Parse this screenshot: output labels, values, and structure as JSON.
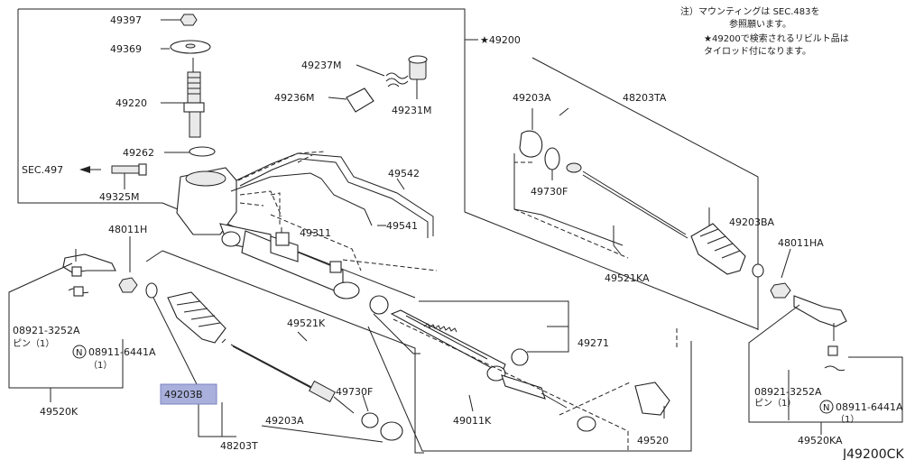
{
  "diagram_code": "J49200CK",
  "notes": {
    "line1": "注）マウンティングは SEC.483を",
    "line2": "参照願います。",
    "line3": "★49200で検索されるリビルト品は",
    "line4": "タイロッド付になります。"
  },
  "labels": {
    "p49397": "49397",
    "p49369": "49369",
    "p49220": "49220",
    "p49262": "49262",
    "sec497": "SEC.497",
    "p49325m": "49325M",
    "p49237m": "49237M",
    "p49236m": "49236M",
    "p49231m": "49231M",
    "p49200": "★49200",
    "p49542": "49542",
    "p49541": "49541",
    "p49311": "49311",
    "p48011h": "48011H",
    "p49203a_top": "49203A",
    "p48203ta": "48203TA",
    "p49730f_top": "49730F",
    "p49203ba": "49203BA",
    "p48011ha": "48011HA",
    "p49521ka": "49521KA",
    "p49271": "49271",
    "p49521k": "49521K",
    "p49203b": "49203B",
    "p49730f_bot": "49730F",
    "p49203a_bot": "49203A",
    "p48203t": "48203T",
    "p49011k": "49011K",
    "p49520": "49520",
    "l_pin_code": "08921-3252A",
    "l_pin_txt": "ピン（1）",
    "l_nut_code": "08911-6441A",
    "l_nut_qty": "（1）",
    "p49520k": "49520K",
    "r_pin_code": "08921-3252A",
    "r_pin_txt": "ピン（1）",
    "r_nut_code": "08911-6441A",
    "r_nut_qty": "（1）",
    "p49520ka": "49520KA",
    "n_mark": "N"
  }
}
